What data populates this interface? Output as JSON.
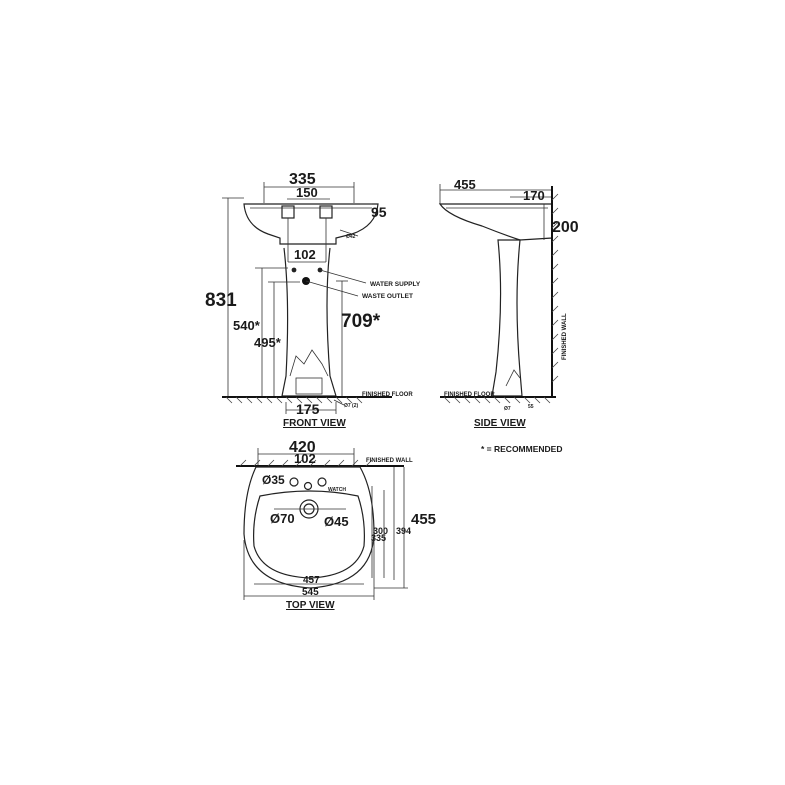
{
  "front_view": {
    "title": "FRONT VIEW",
    "dim_width_outer": "335",
    "dim_width_inner": "150",
    "dim_height_total": "831",
    "dim_right_small": "95",
    "dim_center_spacing": "102",
    "dim_waste_height": "709*",
    "dim_height_left1": "540*",
    "dim_height_left2": "495*",
    "dim_base_width": "175",
    "label_water_supply": "WATER SUPPLY",
    "label_waste_outlet": "WASTE OUTLET",
    "label_finished_floor": "FINISHED FLOOR",
    "tiny_right": "Ø42",
    "tiny_base_left": "",
    "tiny_base_right": "Ø7 (2)"
  },
  "side_view": {
    "title": "SIDE VIEW",
    "dim_depth": "455",
    "dim_wall_offset": "170",
    "dim_height": "200",
    "label_finished_wall": "FINISHED WALL",
    "label_finished_floor": "FINISHED FLOOR",
    "tiny_base_left": "Ø7",
    "tiny_base_right": "55"
  },
  "top_view": {
    "title": "TOP VIEW",
    "dim_width_top": "420",
    "dim_center_spacing": "102",
    "dim_tap_hole": "Ø35",
    "dim_overflow": "Ø70",
    "dim_drain": "Ø45",
    "dim_inner_width": "457",
    "dim_outer_width": "545",
    "dim_depth_300": "300",
    "dim_depth_335": "335",
    "dim_depth_394": "394",
    "dim_depth_455": "455",
    "label_finished_wall": "FINISHED WALL",
    "tiny_overflow": "WATCH"
  },
  "legend": {
    "recommended": "* = RECOMMENDED"
  }
}
